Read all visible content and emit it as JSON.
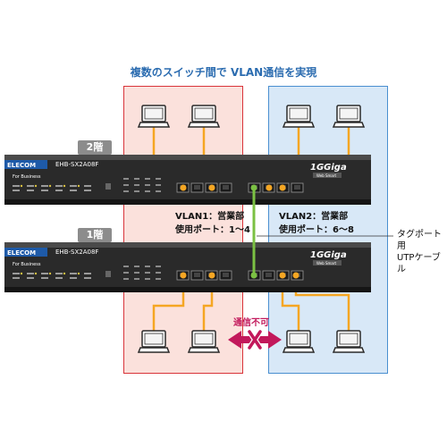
{
  "title": "複数のスイッチ間で VLAN通信を実現",
  "floors": {
    "upper": "2階",
    "lower": "1階"
  },
  "switch": {
    "brand": "ELECOM",
    "model": "EHB-SX2A08F",
    "subtitle": "For Business",
    "series_logo": "1GGiga",
    "series_sub": "Web Smart"
  },
  "vlan1": {
    "line1": "VLAN1：営業部",
    "line2": "使用ポート：1〜4"
  },
  "vlan2": {
    "line1": "VLAN2：営業部",
    "line2": "使用ポート：6〜8"
  },
  "cable_label": {
    "line1": "タグポート用",
    "line2": "UTPケーブル"
  },
  "blocked_label": "通信不可",
  "colors": {
    "vlan1_border": "#d9343a",
    "vlan1_fill": "#fbe1dc",
    "vlan2_border": "#4a8fd0",
    "vlan2_fill": "#d8e8f7",
    "vlan_cable": "#f5a623",
    "tag_cable": "#7bc143",
    "blocked": "#c2185b"
  }
}
